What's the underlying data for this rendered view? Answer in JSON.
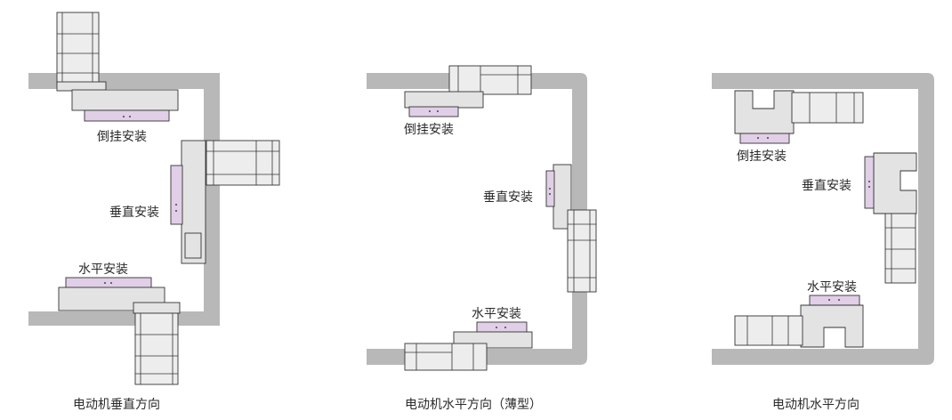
{
  "labels": {
    "invert": "倒挂安装",
    "vertical": "垂直安装",
    "horizontal": "水平安装"
  },
  "captions": {
    "motor_vertical": "电动机垂直方向",
    "motor_horizontal_thin": "电动机水平方向（薄型）",
    "motor_horizontal": "电动机水平方向"
  },
  "colors": {
    "track": "#b8b8b8",
    "slider": "#e3e3e3",
    "plate": "#e0cfe6",
    "outline": "#333333"
  }
}
